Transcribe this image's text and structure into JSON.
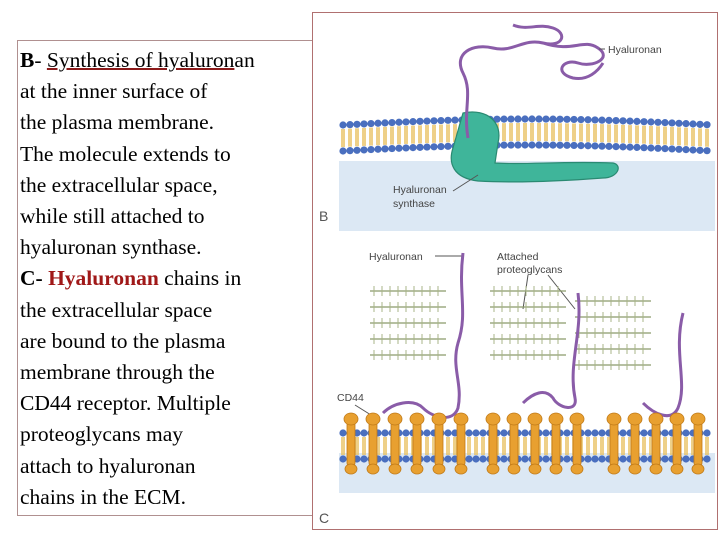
{
  "text": {
    "b_prefix": "B",
    "b_dash": "- ",
    "b_title": "Synthesis of hyaluron",
    "b_title_end": "an",
    "lines_b": [
      "at the inner surface of",
      "the plasma membrane.",
      "The molecule extends to",
      "the extracellular space,",
      "while still attached to",
      "hyaluronan synthase."
    ],
    "c_prefix": "C- ",
    "c_highlight": "Hyaluronan",
    "c_rest": " chains in",
    "lines_c": [
      "the extracellular space",
      "are bound to the plasma",
      "membrane through the",
      "CD44 receptor. Multiple",
      "proteoglycans may",
      "attach to hyaluronan",
      " chains in the ECM."
    ]
  },
  "figure": {
    "label_hyaluronan_top": "Hyaluronan",
    "label_synthase_1": "Hyaluronan",
    "label_synthase_2": "synthase",
    "panel_b": "B",
    "label_hyaluronan_c": "Hyaluronan",
    "label_attached_1": "Attached",
    "label_attached_2": "proteoglycans",
    "label_cd44": "CD44",
    "panel_c": "C",
    "colors": {
      "membrane_head": "#4a6fbf",
      "membrane_tail": "#e8c060",
      "synthase": "#3fb59a",
      "hyaluronan": "#8a5ca8",
      "cd44": "#e8a030",
      "cytoplasm": "#dce8f4"
    }
  }
}
